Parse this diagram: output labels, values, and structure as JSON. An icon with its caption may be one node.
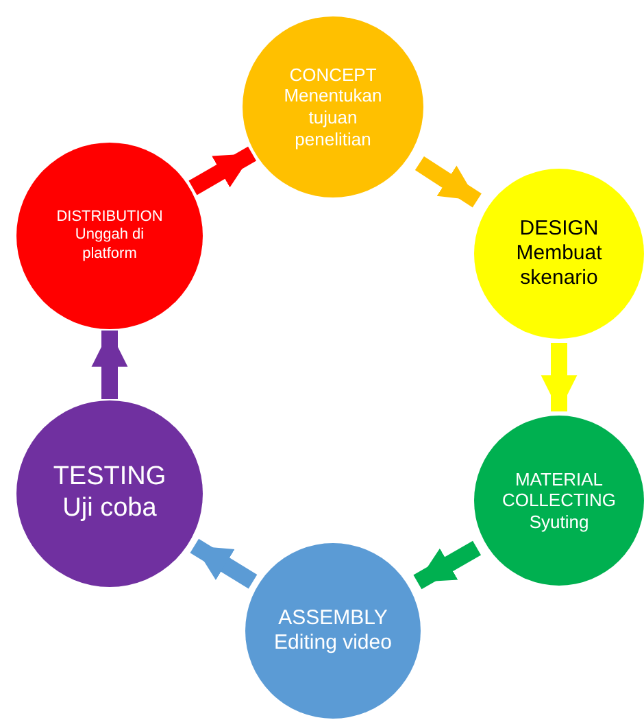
{
  "diagram": {
    "nodes": [
      {
        "text": [
          "CONCEPT",
          "Menentukan tujuan penelitian"
        ]
      },
      {
        "text": [
          "DESIGN",
          "Membuat skenario"
        ]
      },
      {
        "text": [
          "MATERIAL COLLECTING",
          "Syuting"
        ]
      },
      {
        "text": [
          "ASSEMBLY",
          "Editing video"
        ]
      },
      {
        "text": [
          "TESTING",
          "Uji coba"
        ]
      },
      {
        "text": [
          "DISTRIBUTION",
          "Unggah di platform"
        ]
      }
    ],
    "edges": [
      {
        "from": 5,
        "to": 0,
        "arrow": "to",
        "color": "#ff0000"
      },
      {
        "from": 0,
        "to": 1,
        "arrow": "to",
        "color": "#ffc000"
      },
      {
        "from": 1,
        "to": 2,
        "arrow": "to",
        "color": "#ffff00"
      },
      {
        "from": 2,
        "to": 3,
        "arrow": "to",
        "color": "#00b050"
      },
      {
        "from": 3,
        "to": 4,
        "arrow": "to",
        "color": "#5b9bd5"
      },
      {
        "from": 4,
        "to": 5,
        "arrow": "to",
        "color": "#7030a0"
      }
    ]
  }
}
